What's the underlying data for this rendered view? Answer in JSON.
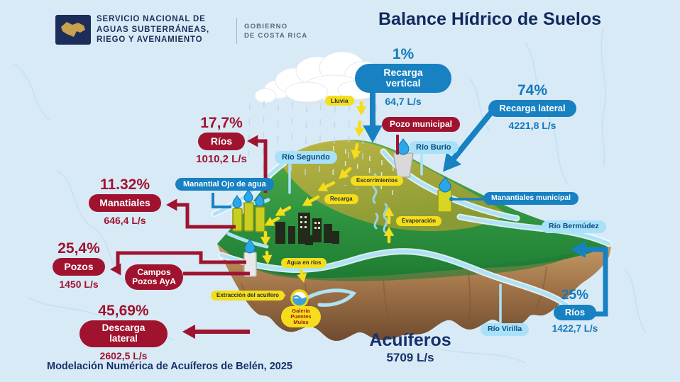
{
  "header": {
    "org_name_lines": [
      "SERVICIO NACIONAL DE",
      "AGUAS SUBTERRÁNEAS,",
      "RIEGO Y AVENAMIENTO"
    ],
    "gov_lines": [
      "GOBIERNO",
      "DE COSTA RICA"
    ],
    "title": "Balance Hídrico de Suelos"
  },
  "stats": {
    "recarga_vertical": {
      "pct": "1%",
      "label": "Recarga vertical",
      "value": "64,7 L/s"
    },
    "recarga_lateral": {
      "pct": "74%",
      "label": "Recarga lateral",
      "value": "4221,8 L/s"
    },
    "rios_left": {
      "pct": "17,7%",
      "label": "Ríos",
      "value": "1010,2 L/s"
    },
    "manantiales": {
      "pct": "11.32%",
      "label": "Manatiales",
      "value": "646,4 L/s"
    },
    "pozos": {
      "pct": "25,4%",
      "label": "Pozos",
      "value": "1450 L/s"
    },
    "descarga_lateral": {
      "pct": "45,69%",
      "label": "Descarga lateral",
      "value": "2602,5 L/s"
    },
    "rios_right": {
      "pct": "25%",
      "label": "Ríos",
      "value": "1422,7 L/s"
    },
    "acuiferos": {
      "label": "Acuíferos",
      "value": "5709 L/s"
    }
  },
  "map_labels": {
    "lluvia": "Lluvia",
    "pozo_municipal": "Pozo municipal",
    "rio_segundo": "Río Segundo",
    "rio_burio": "Río Burío",
    "manantial_ojo": "Manantial Ojo de agua",
    "manantiales_municipal": "Manantiales municipal",
    "rio_bermudez": "Río Bermúdez",
    "escorrimientos": "Escorrimientos",
    "recarga": "Recarga",
    "evaporacion": "Evaporación",
    "agua_en_rios": "Agua en ríos",
    "campos_pozos": "Campos Pozos AyA",
    "extraccion": "Extracción del acuífero",
    "galeria": "Galería Puentes Mulas",
    "rio_virilla": "Río Virilla"
  },
  "footer": {
    "caption": "Modelación Numérica de Acuíferos de Belén, 2025"
  },
  "icons": {
    "logo": "costa-rica-map-icon",
    "cloud": "cloud-icon",
    "droplet": "droplet-icon",
    "wells": "well-icon",
    "city": "city-buildings-icon",
    "galeria": "water-gallery-icon"
  },
  "colors": {
    "background": "#d8eaf6",
    "navy": "#16316b",
    "blue_accent": "#1781c2",
    "red_accent": "#a0132f",
    "yellow_accent": "#f5dd1b",
    "cyan_pill": "#a9e2f8",
    "logo_navy": "#1d2d5a",
    "logo_gold": "#c8a14c"
  }
}
